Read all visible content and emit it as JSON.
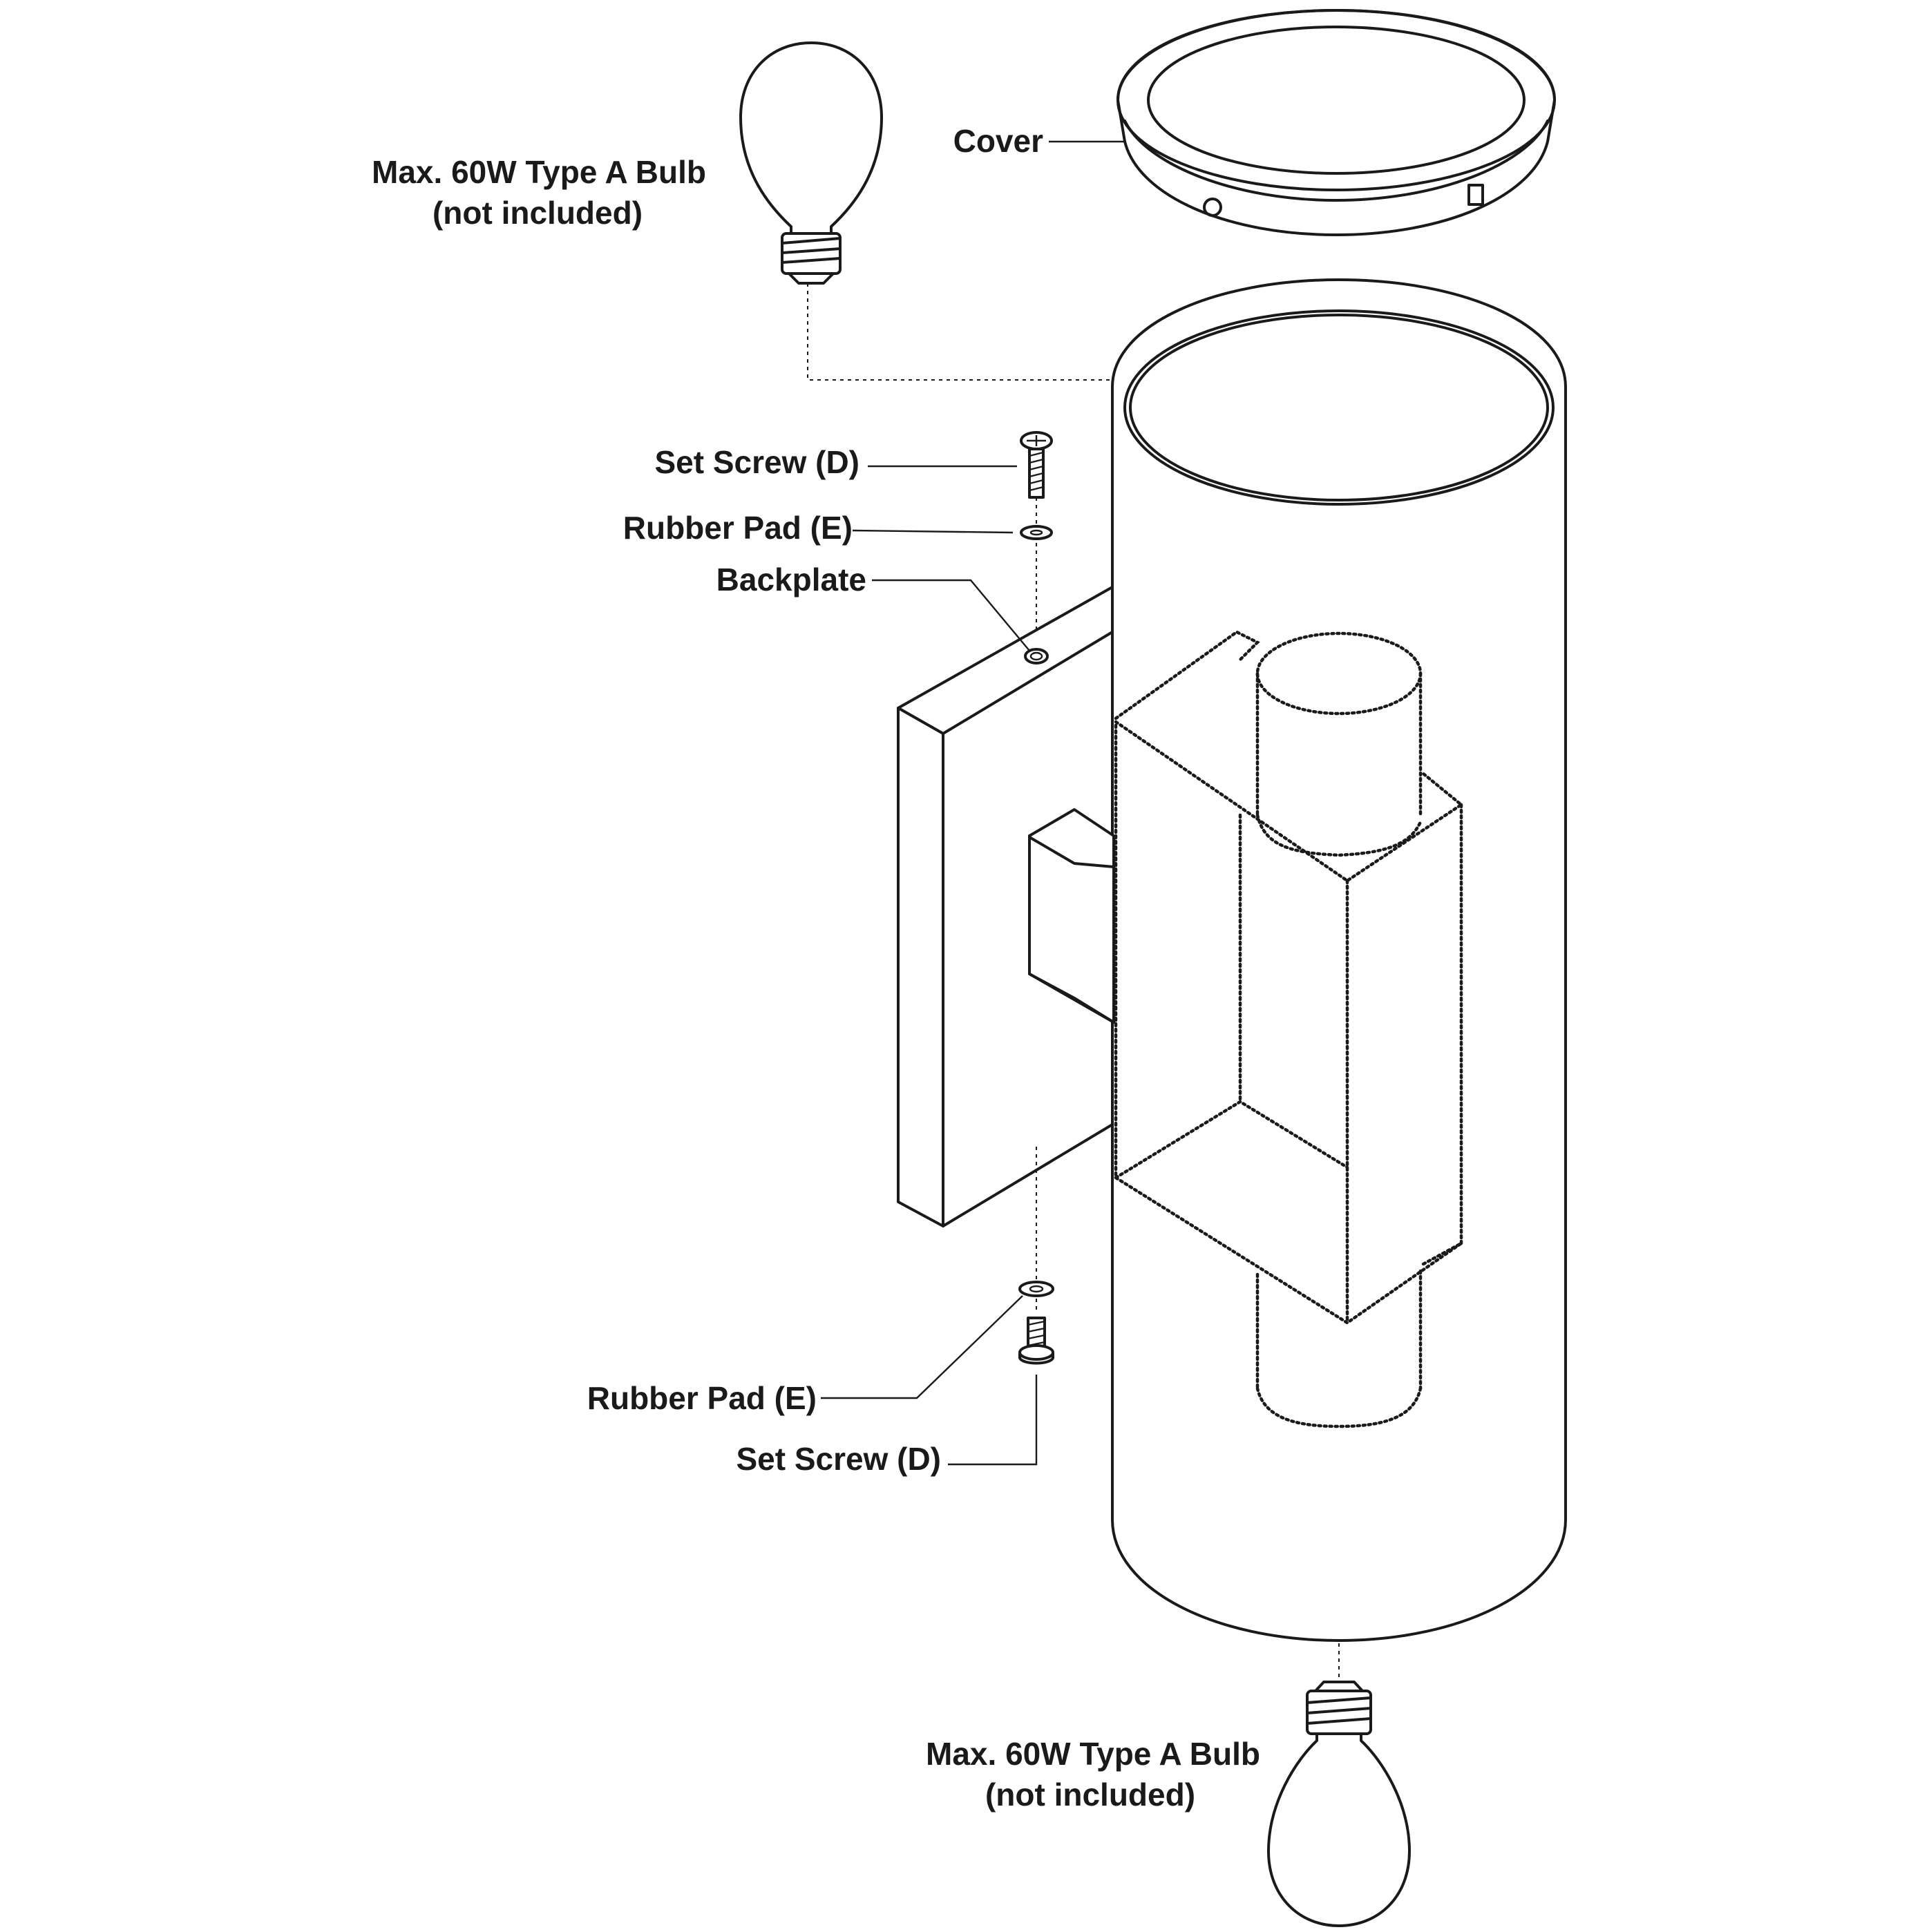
{
  "labels": {
    "cover": "Cover",
    "bulb_top_line1": "Max. 60W Type A Bulb",
    "bulb_top_line2": "(not included)",
    "set_screw_top": "Set Screw (D)",
    "rubber_pad_top": "Rubber Pad (E)",
    "backplate": "Backplate",
    "rubber_pad_bottom": "Rubber Pad (E)",
    "set_screw_bottom": "Set Screw (D)",
    "bulb_bottom_line1": "Max. 60W Type A Bulb",
    "bulb_bottom_line2": "(not included)"
  },
  "icons": [
    "bulb-icon",
    "cover-icon",
    "set-screw-icon",
    "rubber-pad-icon",
    "backplate-icon",
    "cylinder-housing-icon"
  ],
  "colors": {
    "line": "#1a1a1a",
    "background": "#ffffff"
  }
}
